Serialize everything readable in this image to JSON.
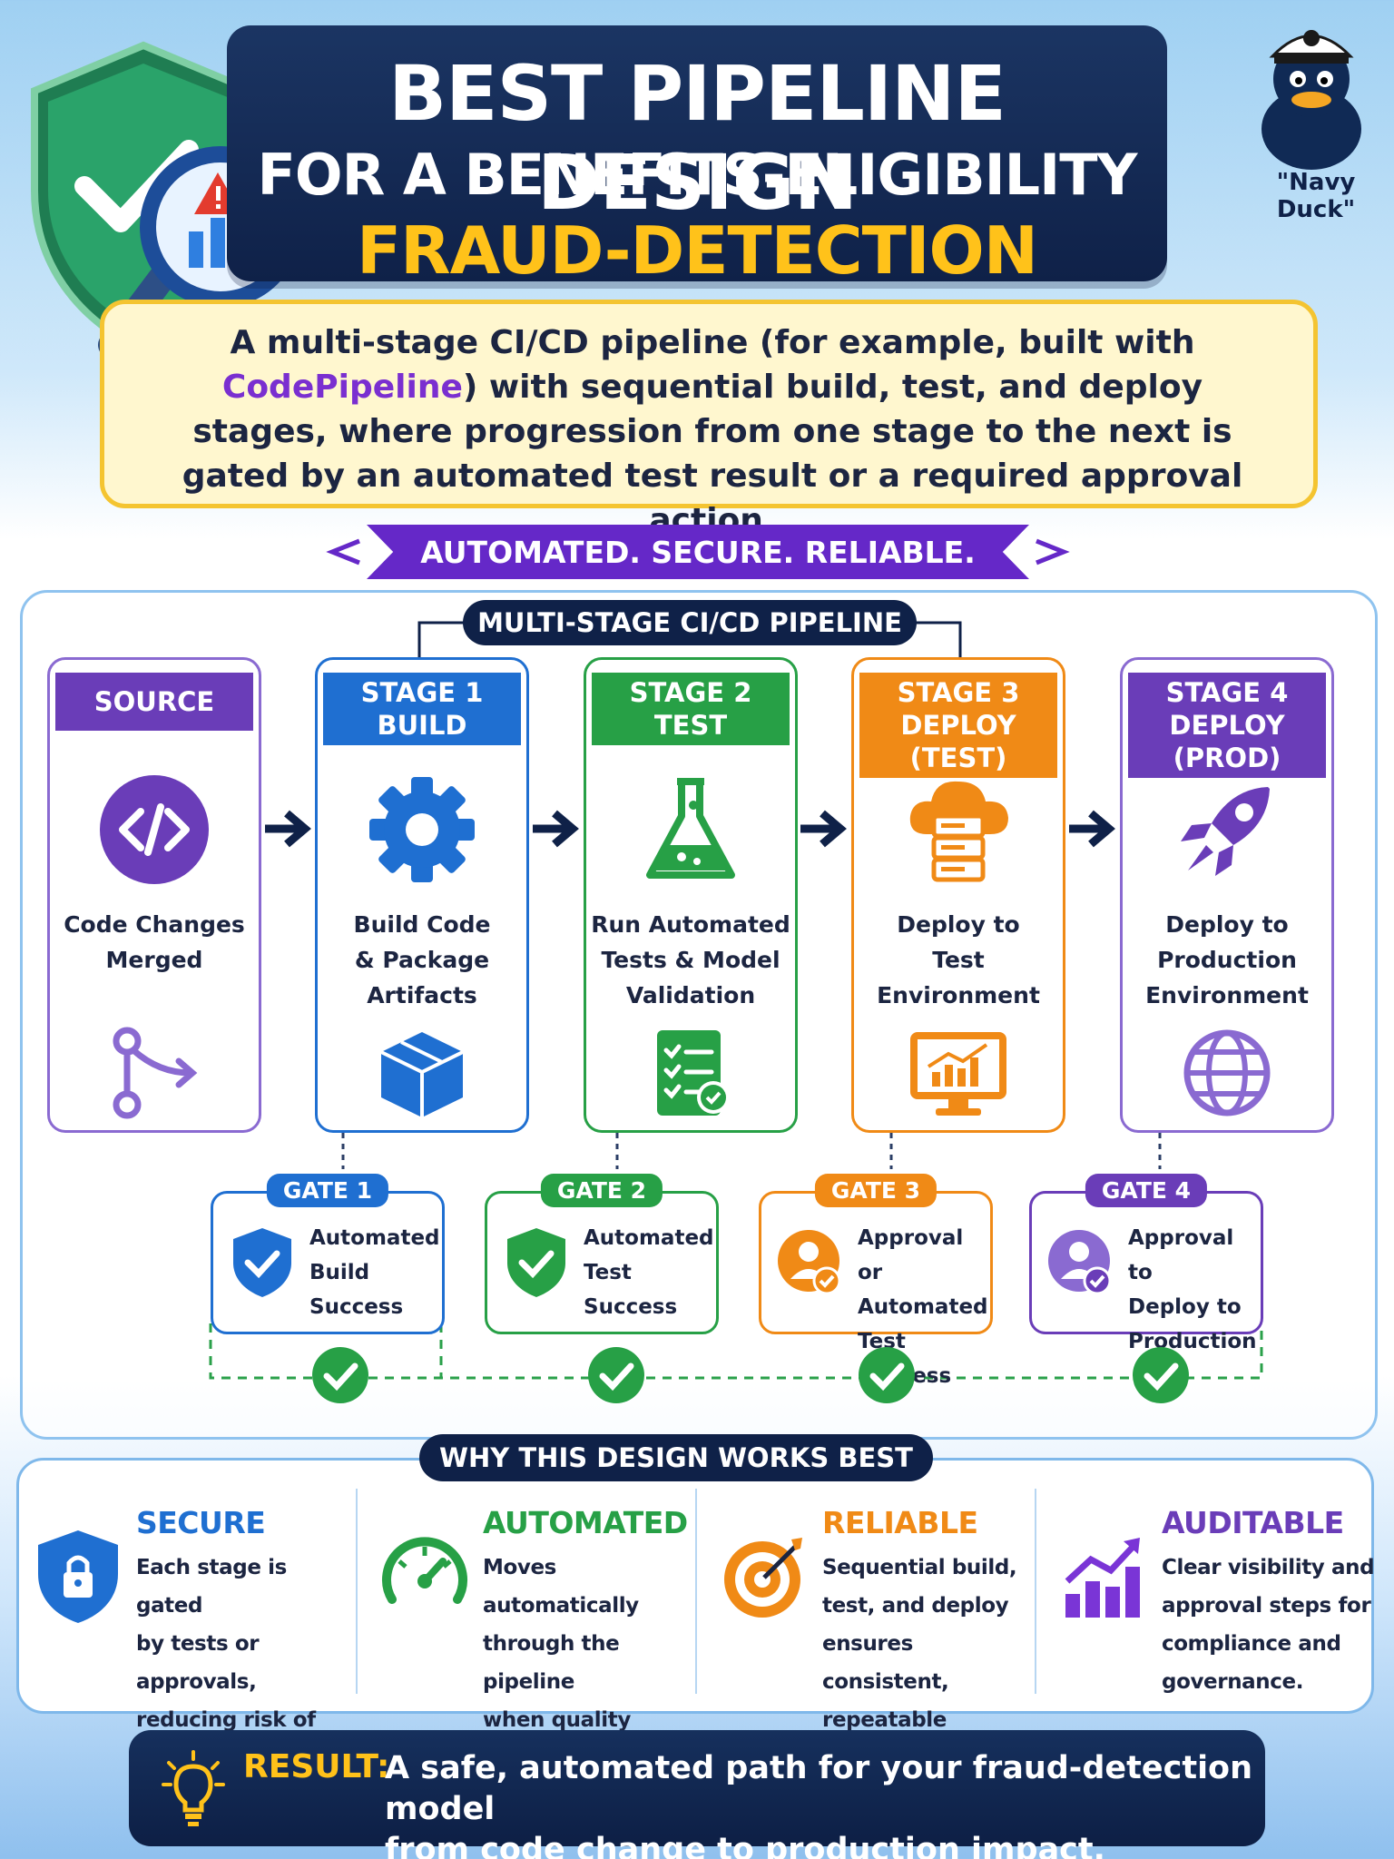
{
  "header": {
    "title_line1": "BEST PIPELINE DESIGN",
    "title_line2": "FOR A BENEFITS-ELIGIBILITY",
    "title_line3": "FRAUD-DETECTION MODEL",
    "mascot_name": "\"Navy Duck\""
  },
  "intro": {
    "before": "A multi-stage CI/CD pipeline (for example, built with ",
    "highlight": "CodePipeline",
    "after": ") with sequential build, test, and deploy stages, where progression from one stage to the next is gated by an automated test result or a required approval action."
  },
  "tagline": "AUTOMATED. SECURE. RELIABLE.",
  "pipeline": {
    "label": "MULTI-STAGE CI/CD PIPELINE",
    "stages": [
      {
        "title": "SOURCE",
        "text": "Code Changes\nMerged",
        "color": "#6a3db8",
        "icon": "code-icon",
        "icon2": "branch-icon"
      },
      {
        "title": "STAGE 1\nBUILD",
        "text": "Build Code\n& Package\nArtifacts",
        "color": "#1f6fd1",
        "icon": "gear-icon",
        "icon2": "package-icon"
      },
      {
        "title": "STAGE 2\nTEST",
        "text": "Run Automated\nTests & Model\nValidation",
        "color": "#27a046",
        "icon": "flask-icon",
        "icon2": "checklist-icon"
      },
      {
        "title": "STAGE 3\nDEPLOY (TEST)",
        "text": "Deploy to\nTest\nEnvironment",
        "color": "#f08a16",
        "icon": "cloud-server-icon",
        "icon2": "monitor-chart-icon"
      },
      {
        "title": "STAGE 4\nDEPLOY (PROD)",
        "text": "Deploy to\nProduction\nEnvironment",
        "color": "#6a3db8",
        "icon": "rocket-icon",
        "icon2": "globe-icon"
      }
    ],
    "gates": [
      {
        "title": "GATE 1",
        "text": "Automated\nBuild\nSuccess",
        "color": "#1f6fd1",
        "icon": "shield-check-icon"
      },
      {
        "title": "GATE 2",
        "text": "Automated\nTest\nSuccess",
        "color": "#27a046",
        "icon": "shield-check-icon"
      },
      {
        "title": "GATE 3",
        "text": "Approval or\nAutomated\nTest Success",
        "color": "#f08a16",
        "icon": "user-check-icon"
      },
      {
        "title": "GATE 4",
        "text": "Approval to\nDeploy to\nProduction",
        "color": "#6a3db8",
        "icon": "user-check-icon"
      }
    ]
  },
  "why": {
    "label": "WHY THIS DESIGN WORKS BEST",
    "items": [
      {
        "title": "SECURE",
        "text": "Each stage is gated\nby tests or approvals,\nreducing risk of\nbad deployments.",
        "color": "#1f6fd1",
        "icon": "lock-shield-icon"
      },
      {
        "title": "AUTOMATED",
        "text": "Moves automatically\nthrough the pipeline\nwhen quality checks\nare met.",
        "color": "#27a046",
        "icon": "speedometer-icon"
      },
      {
        "title": "RELIABLE",
        "text": "Sequential build,\ntest, and deploy\nensures consistent,\nrepeatable releases.",
        "color": "#f08a16",
        "icon": "target-icon"
      },
      {
        "title": "AUDITABLE",
        "text": "Clear visibility and\napproval steps for\ncompliance and\ngovernance.",
        "color": "#6a3db8",
        "icon": "bar-chart-icon"
      }
    ]
  },
  "result": {
    "label": "RESULT:",
    "text": "A safe, automated path for your fraud-detection model\nfrom code change to production impact."
  }
}
